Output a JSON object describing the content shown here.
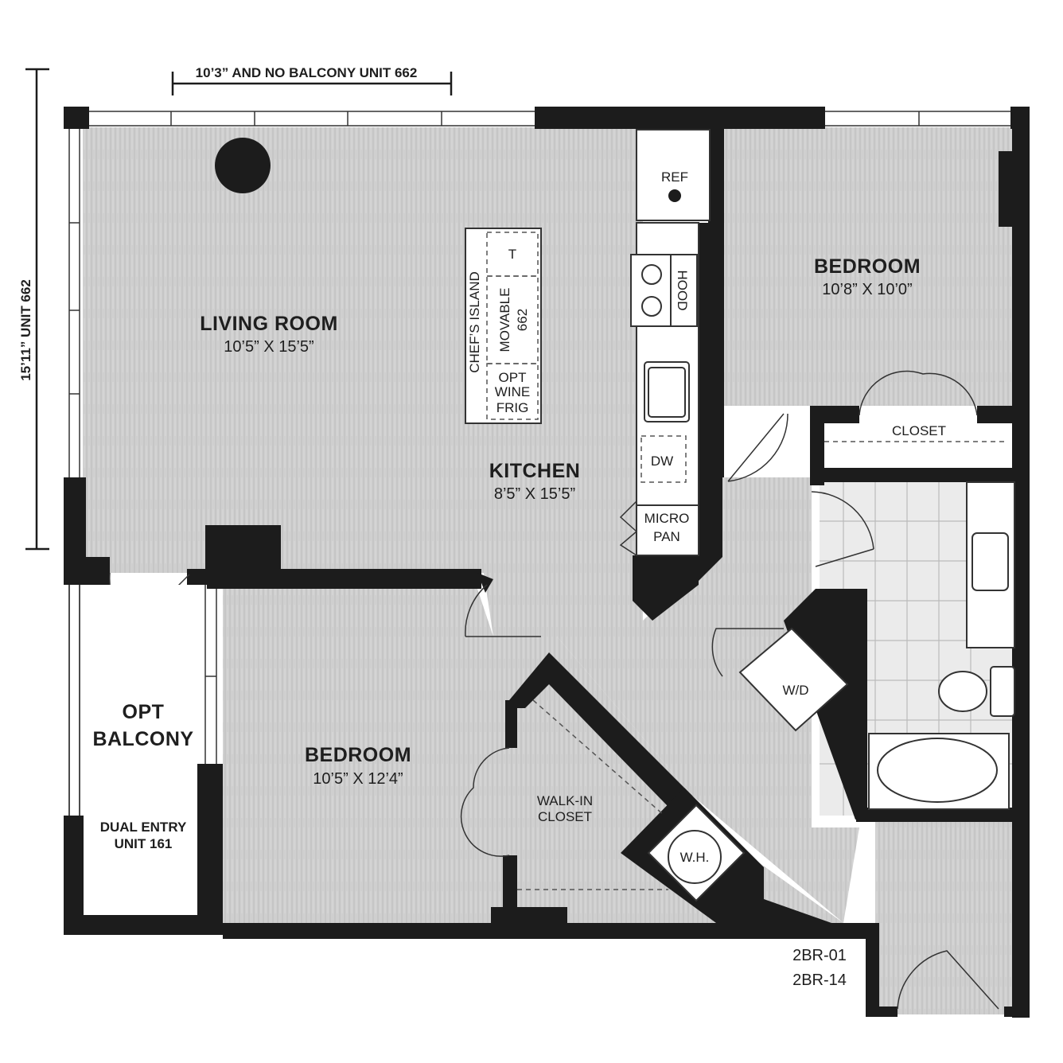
{
  "dimensions": {
    "top": "10’3” AND NO BALCONY UNIT 662",
    "side": "15’11” UNIT 662"
  },
  "rooms": {
    "living": {
      "name": "LIVING ROOM",
      "size": "10’5” X 15’5”"
    },
    "kitchen": {
      "name": "KITCHEN",
      "size": "8’5” X 15’5”"
    },
    "bedroom_right": {
      "name": "BEDROOM",
      "size": "10’8” X 10’0”"
    },
    "bedroom_left": {
      "name": "BEDROOM",
      "size": "10’5” X 12’4”"
    },
    "balcony": {
      "line1": "OPT",
      "line2": "BALCONY"
    },
    "dual_entry": {
      "line1": "DUAL ENTRY",
      "line2": "UNIT 161"
    }
  },
  "fixtures": {
    "ref": "REF",
    "hood": "HOOD",
    "dw": "DW",
    "micro": "MICRO",
    "pan": "PAN",
    "closet": "CLOSET",
    "walkin_line1": "WALK-IN",
    "walkin_line2": "CLOSET",
    "wd": "W/D",
    "wh": "W.H.",
    "island": {
      "t": "T",
      "chefs": "CHEF’S ISLAND",
      "movable": "MOVABLE",
      "num": "662",
      "opt": "OPT",
      "wine": "WINE",
      "frig": "FRIG"
    }
  },
  "unit_codes": [
    "2BR-01",
    "2BR-14"
  ]
}
